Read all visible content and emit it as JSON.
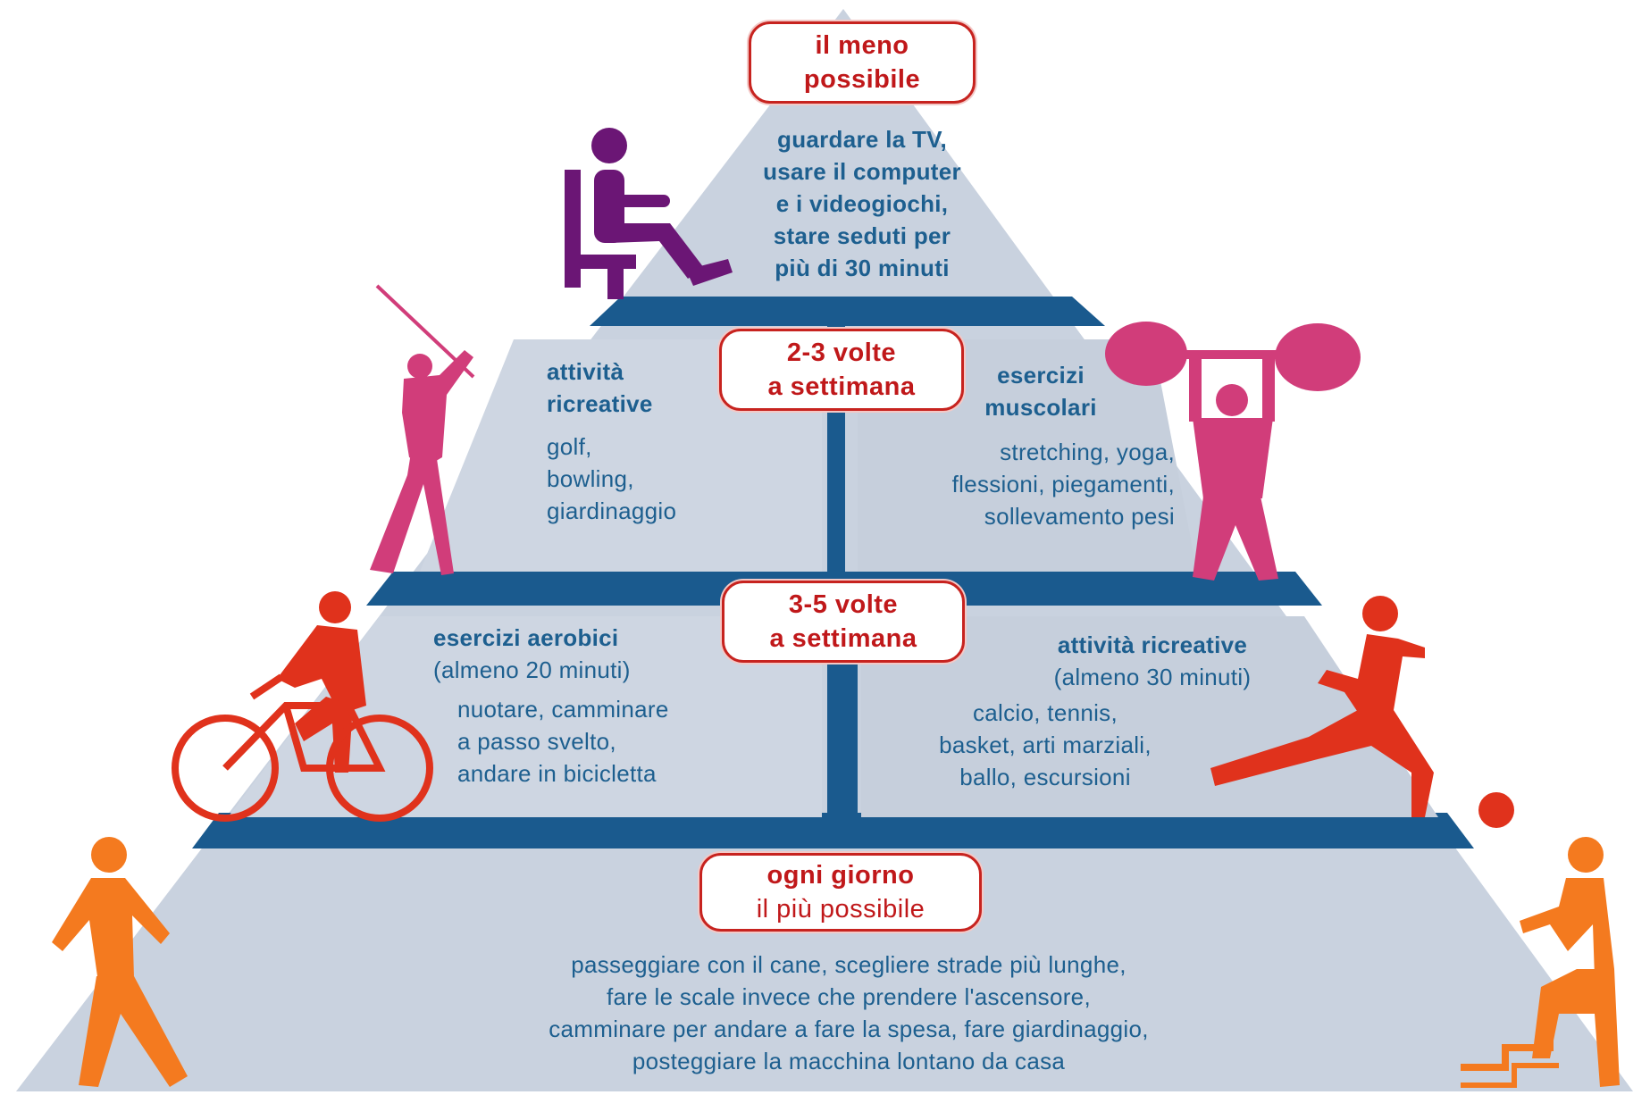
{
  "colors": {
    "pyramid_fill": "#c9d2df",
    "band": "#1a5a8e",
    "text": "#1d5f8f",
    "label_red": "#c0181a",
    "purple": "#6b1675",
    "magenta": "#d13d7a",
    "red": "#e0321c",
    "orange": "#f47a1f"
  },
  "tiers": [
    {
      "id": "top",
      "label": [
        "il meno",
        "possibile"
      ],
      "text": [
        "guardare la TV,",
        "usare il computer",
        "e i videogiochi,",
        "stare seduti per",
        "più di 30 minuti"
      ],
      "icon": "sitting-person-icon"
    },
    {
      "id": "second",
      "label": [
        "2-3 volte",
        "a settimana"
      ],
      "left": {
        "title": [
          "attività",
          "ricreative"
        ],
        "items": [
          "golf,",
          "bowling,",
          "giardinaggio"
        ],
        "icon": "golfer-icon"
      },
      "right": {
        "title": [
          "esercizi",
          "muscolari"
        ],
        "items": [
          "stretching, yoga,",
          "flessioni, piegamenti,",
          "sollevamento pesi"
        ],
        "icon": "weightlifter-icon"
      }
    },
    {
      "id": "third",
      "label": [
        "3-5 volte",
        "a settimana"
      ],
      "left": {
        "title": [
          "esercizi aerobici"
        ],
        "subtitle": "(almeno 20 minuti)",
        "items": [
          "nuotare, camminare",
          "a passo svelto,",
          "andare in bicicletta"
        ],
        "icon": "cyclist-icon"
      },
      "right": {
        "title": [
          "attività ricreative"
        ],
        "subtitle": "(almeno 30 minuti)",
        "items": [
          "calcio, tennis,",
          "basket, arti marziali,",
          "ballo, escursioni"
        ],
        "icon": "soccer-player-icon"
      }
    },
    {
      "id": "base",
      "label": [
        "ogni giorno",
        "il più possibile"
      ],
      "text": [
        "passeggiare con il cane, scegliere strade più lunghe,",
        "fare le scale invece che prendere l'ascensore,",
        "camminare per andare a fare la spesa, fare giardinaggio,",
        "posteggiare la macchina lontano da casa"
      ],
      "icons": [
        "walking-person-icon",
        "stair-climber-icon"
      ]
    }
  ]
}
